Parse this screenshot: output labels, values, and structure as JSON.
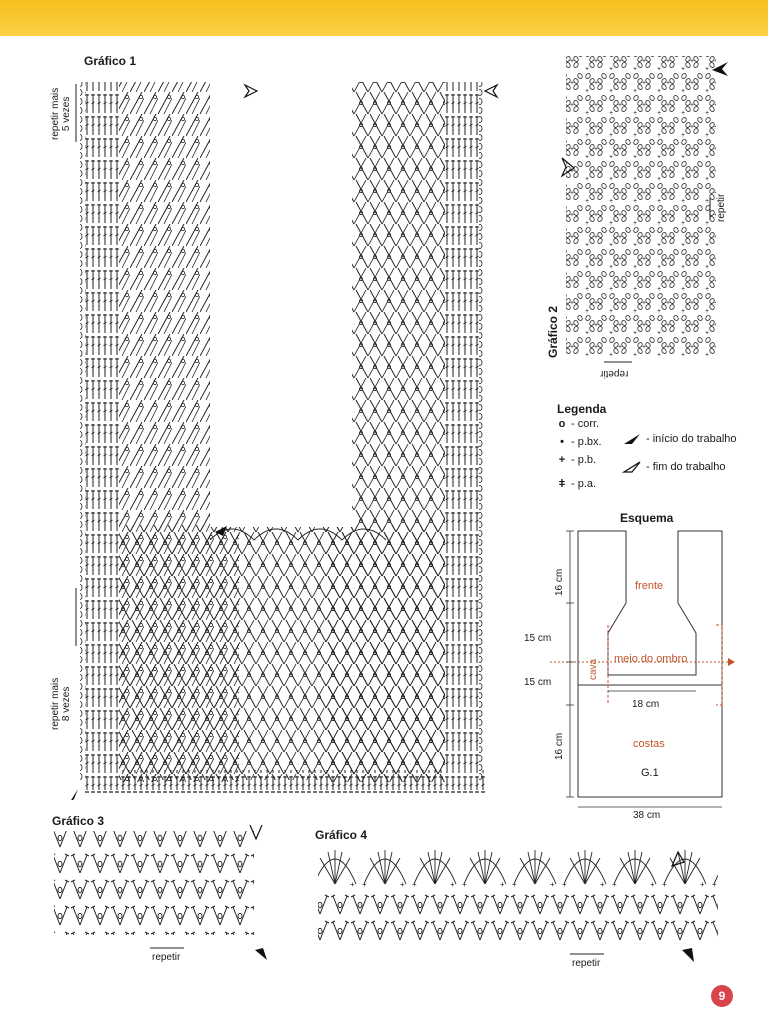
{
  "charts": {
    "g1": {
      "title": "Gráfico 1",
      "repeat_top_1": "repetir mais",
      "repeat_top_2": "5 vezes",
      "repeat_bottom_1": "repetir mais",
      "repeat_bottom_2": "8 vezes"
    },
    "g2": {
      "title": "Gráfico 2",
      "repeat_side": "repetir",
      "repeat_bottom": "repetir"
    },
    "g3": {
      "title": "Gráfico 3",
      "repeat": "repetir"
    },
    "g4": {
      "title": "Gráfico 4",
      "repeat": "repetir"
    }
  },
  "legend": {
    "title": "Legenda",
    "items": [
      {
        "symbol": "o",
        "label": "- corr."
      },
      {
        "symbol": "•",
        "label": "- p.bx."
      },
      {
        "symbol": "+",
        "label": "- p.b."
      },
      {
        "symbol": "ǂ",
        "label": "- p.a."
      }
    ],
    "start": "- início do trabalho",
    "end": "- fim do trabalho"
  },
  "schema": {
    "title": "Esquema",
    "front": "frente",
    "shoulder": "meio do ombro",
    "armhole": "cava",
    "back": "costas",
    "ref": "G.1",
    "dims": {
      "d16a": "16 cm",
      "d15a": "15 cm",
      "d15b": "15 cm",
      "d16b": "16 cm",
      "d18": "18 cm",
      "d38": "38 cm"
    }
  },
  "page_number": "9",
  "colors": {
    "accent": "#f6bf1e",
    "schema_label": "#c0552a",
    "page_badge": "#d9434e"
  }
}
